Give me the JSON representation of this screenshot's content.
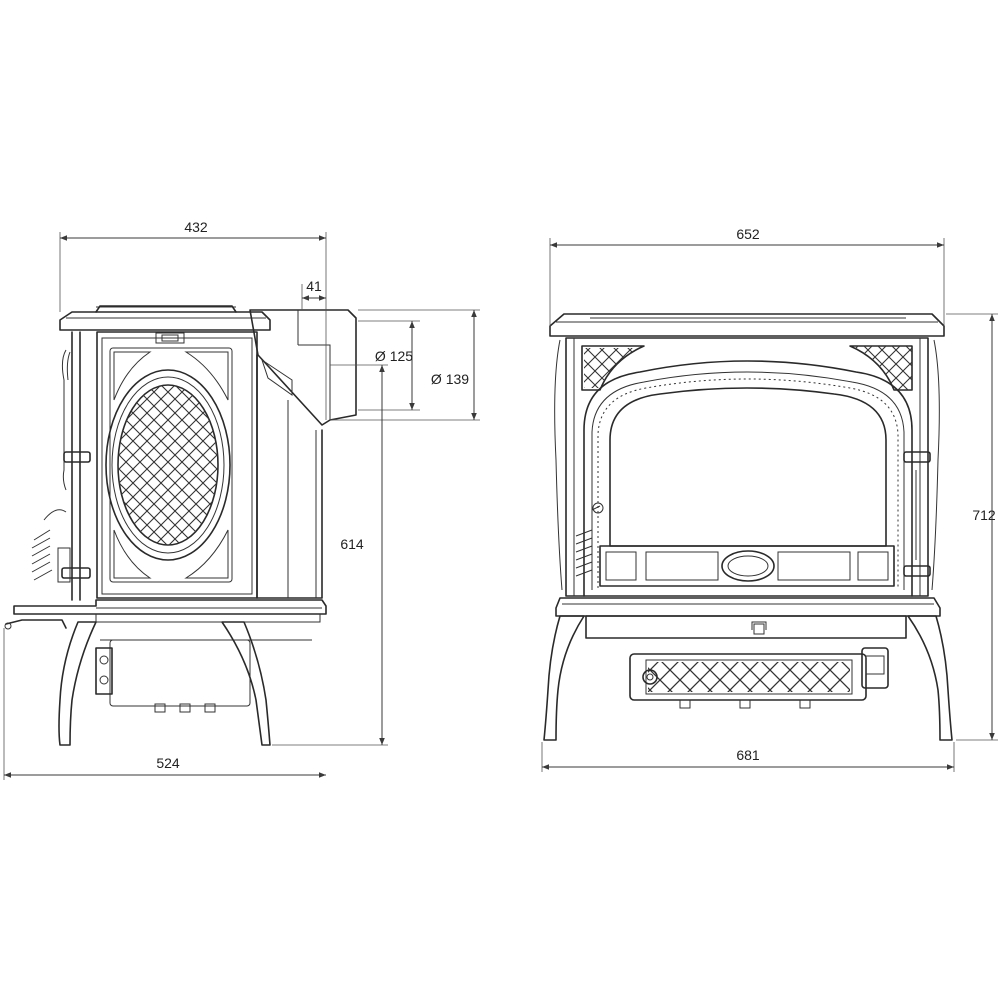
{
  "colors": {
    "line": "#2a2a2a",
    "background": "#ffffff"
  },
  "side_view": {
    "width_top": "432",
    "flue_offset": "41",
    "flue_inner_diameter": "Ø 125",
    "flue_outer_diameter": "Ø 139",
    "flue_height": "614",
    "depth_total": "524"
  },
  "front_view": {
    "width_top": "652",
    "height_total": "712",
    "width_total": "681"
  }
}
